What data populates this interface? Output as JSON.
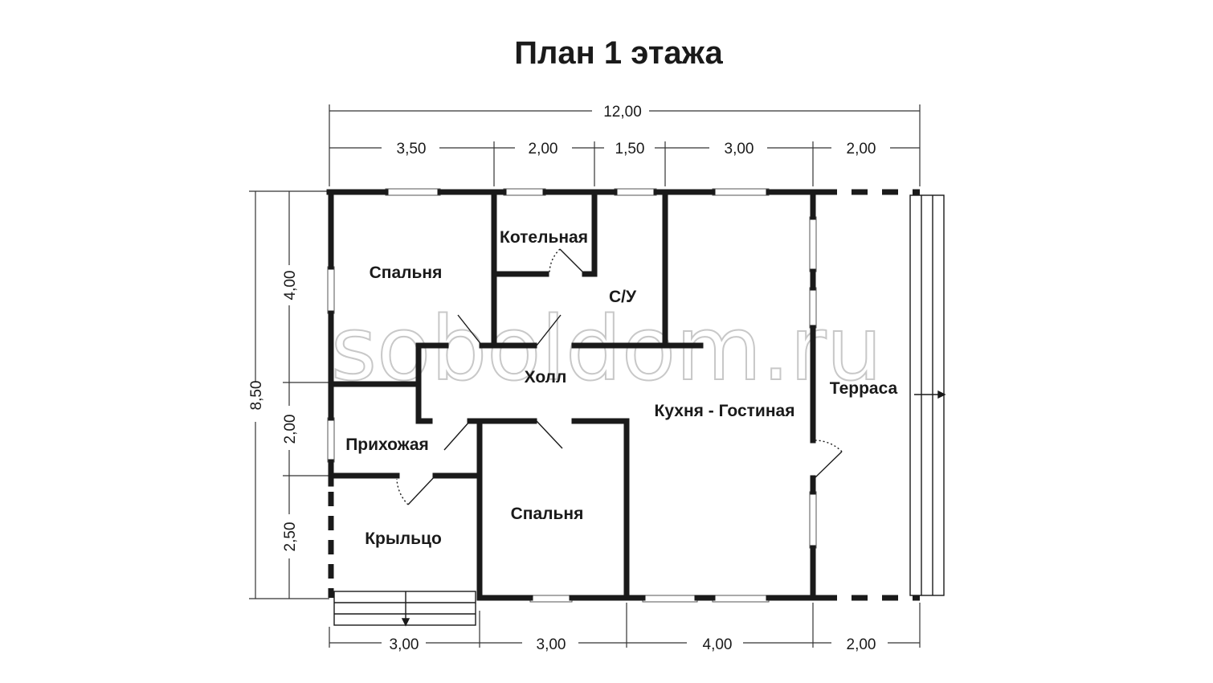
{
  "title": "План 1 этажа",
  "watermark": "soboldom.ru",
  "rooms": {
    "bedroom_1": "Спальня",
    "boiler_room": "Котельная",
    "bathroom": "С/У",
    "hall": "Холл",
    "kitchen_living": "Кухня - Гостиная",
    "terrace": "Терраса",
    "entrance_hall": "Прихожая",
    "porch": "Крыльцо",
    "bedroom_2": "Спальня"
  },
  "dimensions": {
    "top_total": "12,00",
    "top": [
      "3,50",
      "2,00",
      "1,50",
      "3,00",
      "2,00"
    ],
    "bottom": [
      "3,00",
      "3,00",
      "4,00",
      "2,00"
    ],
    "left_total": "8,50",
    "left": [
      "4,00",
      "2,00",
      "2,50"
    ]
  },
  "colors": {
    "wall": "#1a1a1a",
    "dim_line": "#333333",
    "watermark": "#c8c8c8"
  }
}
